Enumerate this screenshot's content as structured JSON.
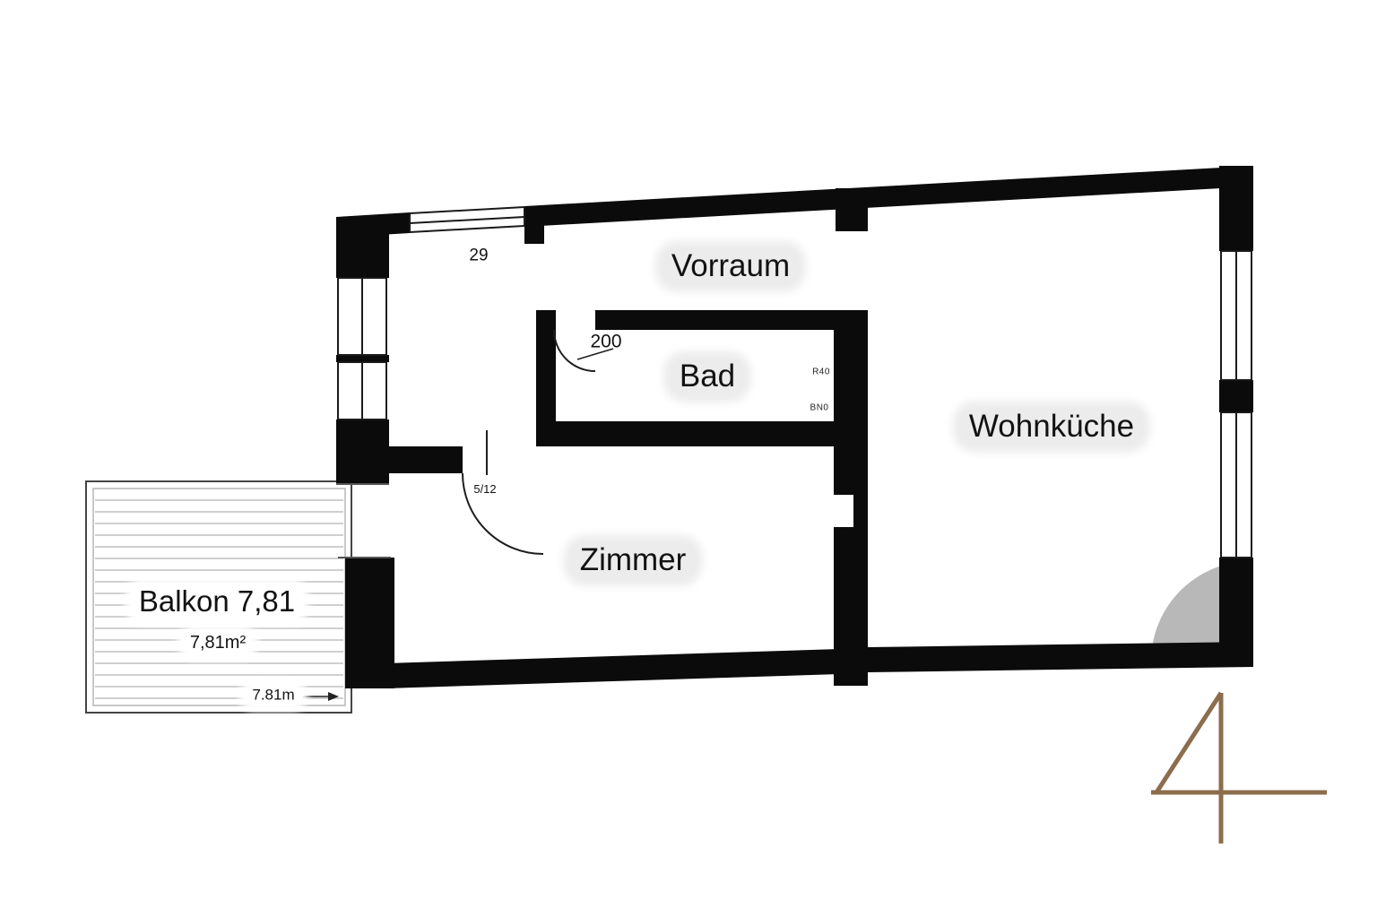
{
  "plan": {
    "rooms": {
      "vorraum": "Vorraum",
      "bad": "Bad",
      "wohnkueche": "Wohnküche",
      "zimmer": "Zimmer",
      "balkon_title": "Balkon 7,81",
      "balkon_area": "7,81m²"
    },
    "annotations": {
      "balkon_width": "7.81m",
      "door_height": "200",
      "meas_29": "29",
      "meas_512": "5/12",
      "tag_r40": "R40",
      "tag_bn0": "BN0"
    },
    "colors": {
      "wall": "#0b0b0b",
      "hatch": "#cfcfcf",
      "shade": "#a6a6a6",
      "logo": "#8c6d4c",
      "halo": "#ececec"
    }
  }
}
